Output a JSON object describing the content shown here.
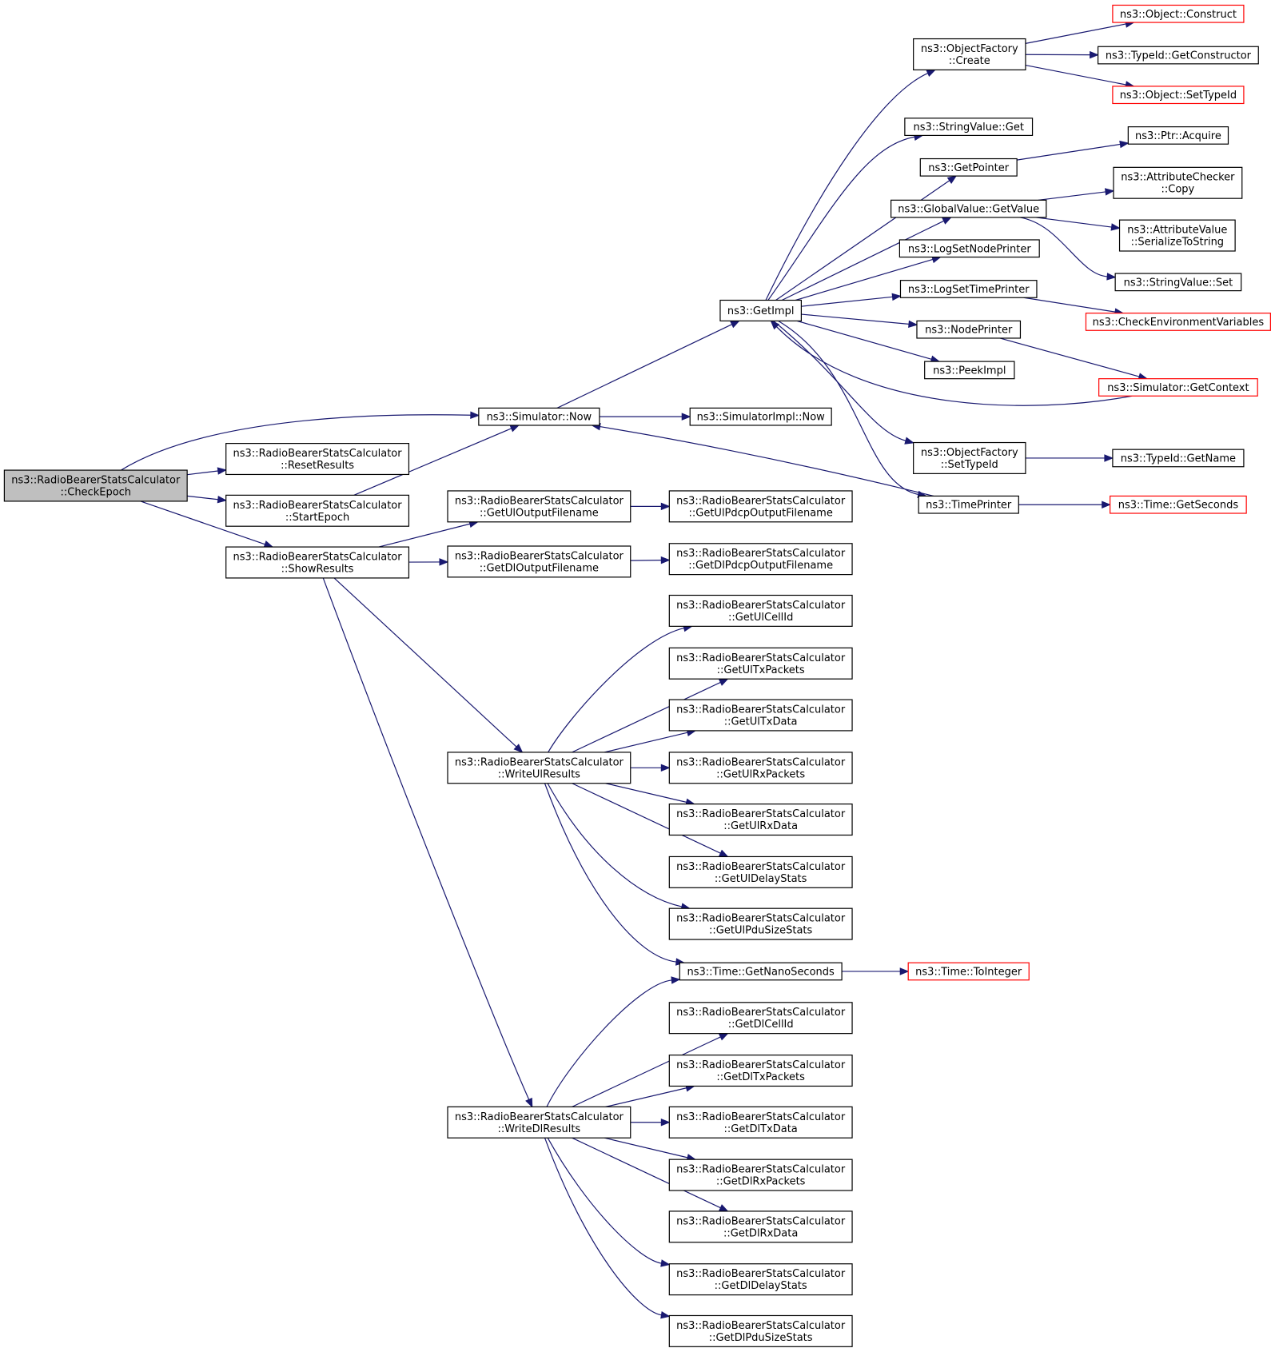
{
  "graph": {
    "edge_color": "#191970",
    "root_fill": "#bfbfbf",
    "truncated_border": "#ff0000",
    "nodes": [
      {
        "id": "checkepoch",
        "lines": [
          "ns3::RadioBearerStatsCalculator",
          "::CheckEpoch"
        ],
        "style": "root"
      },
      {
        "id": "resetresults",
        "lines": [
          "ns3::RadioBearerStatsCalculator",
          "::ResetResults"
        ]
      },
      {
        "id": "startepoch",
        "lines": [
          "ns3::RadioBearerStatsCalculator",
          "::StartEpoch"
        ]
      },
      {
        "id": "showresults",
        "lines": [
          "ns3::RadioBearerStatsCalculator",
          "::ShowResults"
        ]
      },
      {
        "id": "simnow",
        "lines": [
          "ns3::Simulator::Now"
        ]
      },
      {
        "id": "simimplnow",
        "lines": [
          "ns3::SimulatorImpl::Now"
        ]
      },
      {
        "id": "getimpl",
        "lines": [
          "ns3::GetImpl"
        ]
      },
      {
        "id": "ofcreate",
        "lines": [
          "ns3::ObjectFactory",
          "::Create"
        ]
      },
      {
        "id": "objconstruct",
        "lines": [
          "ns3::Object::Construct"
        ],
        "style": "truncated"
      },
      {
        "id": "getconstructor",
        "lines": [
          "ns3::TypeId::GetConstructor"
        ]
      },
      {
        "id": "objsettypeid",
        "lines": [
          "ns3::Object::SetTypeId"
        ],
        "style": "truncated"
      },
      {
        "id": "strget",
        "lines": [
          "ns3::StringValue::Get"
        ]
      },
      {
        "id": "getpointer",
        "lines": [
          "ns3::GetPointer"
        ]
      },
      {
        "id": "ptracquire",
        "lines": [
          "ns3::Ptr::Acquire"
        ]
      },
      {
        "id": "gvgetvalue",
        "lines": [
          "ns3::GlobalValue::GetValue"
        ]
      },
      {
        "id": "acopy",
        "lines": [
          "ns3::AttributeChecker",
          "::Copy"
        ]
      },
      {
        "id": "aserialize",
        "lines": [
          "ns3::AttributeValue",
          "::SerializeToString"
        ]
      },
      {
        "id": "strset",
        "lines": [
          "ns3::StringValue::Set"
        ]
      },
      {
        "id": "lognodeprinter",
        "lines": [
          "ns3::LogSetNodePrinter"
        ]
      },
      {
        "id": "logtimeprinter",
        "lines": [
          "ns3::LogSetTimePrinter"
        ]
      },
      {
        "id": "checkenv",
        "lines": [
          "ns3::CheckEnvironmentVariables"
        ],
        "style": "truncated"
      },
      {
        "id": "nodeprinter",
        "lines": [
          "ns3::NodePrinter"
        ]
      },
      {
        "id": "peekimpl",
        "lines": [
          "ns3::PeekImpl"
        ]
      },
      {
        "id": "simgetcontext",
        "lines": [
          "ns3::Simulator::GetContext"
        ],
        "style": "truncated"
      },
      {
        "id": "ofsettypeid",
        "lines": [
          "ns3::ObjectFactory",
          "::SetTypeId"
        ]
      },
      {
        "id": "typeidgetname",
        "lines": [
          "ns3::TypeId::GetName"
        ]
      },
      {
        "id": "timeprinter",
        "lines": [
          "ns3::TimePrinter"
        ]
      },
      {
        "id": "timegetseconds",
        "lines": [
          "ns3::Time::GetSeconds"
        ],
        "style": "truncated"
      },
      {
        "id": "getuloutfile",
        "lines": [
          "ns3::RadioBearerStatsCalculator",
          "::GetUlOutputFilename"
        ]
      },
      {
        "id": "getulpdcpfile",
        "lines": [
          "ns3::RadioBearerStatsCalculator",
          "::GetUlPdcpOutputFilename"
        ]
      },
      {
        "id": "getdloutfile",
        "lines": [
          "ns3::RadioBearerStatsCalculator",
          "::GetDlOutputFilename"
        ]
      },
      {
        "id": "getdlpdcpfile",
        "lines": [
          "ns3::RadioBearerStatsCalculator",
          "::GetDlPdcpOutputFilename"
        ]
      },
      {
        "id": "getulcellid",
        "lines": [
          "ns3::RadioBearerStatsCalculator",
          "::GetUlCellId"
        ]
      },
      {
        "id": "getultxpackets",
        "lines": [
          "ns3::RadioBearerStatsCalculator",
          "::GetUlTxPackets"
        ]
      },
      {
        "id": "getultxdata",
        "lines": [
          "ns3::RadioBearerStatsCalculator",
          "::GetUlTxData"
        ]
      },
      {
        "id": "writeulresults",
        "lines": [
          "ns3::RadioBearerStatsCalculator",
          "::WriteUlResults"
        ]
      },
      {
        "id": "getulrxpackets",
        "lines": [
          "ns3::RadioBearerStatsCalculator",
          "::GetUlRxPackets"
        ]
      },
      {
        "id": "getulrxdata",
        "lines": [
          "ns3::RadioBearerStatsCalculator",
          "::GetUlRxData"
        ]
      },
      {
        "id": "getuldelay",
        "lines": [
          "ns3::RadioBearerStatsCalculator",
          "::GetUlDelayStats"
        ]
      },
      {
        "id": "getulpdu",
        "lines": [
          "ns3::RadioBearerStatsCalculator",
          "::GetUlPduSizeStats"
        ]
      },
      {
        "id": "getnanoseconds",
        "lines": [
          "ns3::Time::GetNanoSeconds"
        ]
      },
      {
        "id": "timetointeger",
        "lines": [
          "ns3::Time::ToInteger"
        ],
        "style": "truncated"
      },
      {
        "id": "getdlcellid",
        "lines": [
          "ns3::RadioBearerStatsCalculator",
          "::GetDlCellId"
        ]
      },
      {
        "id": "getdltxpackets",
        "lines": [
          "ns3::RadioBearerStatsCalculator",
          "::GetDlTxPackets"
        ]
      },
      {
        "id": "writedlresults",
        "lines": [
          "ns3::RadioBearerStatsCalculator",
          "::WriteDlResults"
        ]
      },
      {
        "id": "getdltxdata",
        "lines": [
          "ns3::RadioBearerStatsCalculator",
          "::GetDlTxData"
        ]
      },
      {
        "id": "getdlrxpackets",
        "lines": [
          "ns3::RadioBearerStatsCalculator",
          "::GetDlRxPackets"
        ]
      },
      {
        "id": "getdlrxdata",
        "lines": [
          "ns3::RadioBearerStatsCalculator",
          "::GetDlRxData"
        ]
      },
      {
        "id": "getdldelay",
        "lines": [
          "ns3::RadioBearerStatsCalculator",
          "::GetDlDelayStats"
        ]
      },
      {
        "id": "getdlpdu",
        "lines": [
          "ns3::RadioBearerStatsCalculator",
          "::GetDlPduSizeStats"
        ]
      }
    ],
    "edges": [
      [
        "checkepoch",
        "simnow"
      ],
      [
        "checkepoch",
        "resetresults"
      ],
      [
        "checkepoch",
        "startepoch"
      ],
      [
        "checkepoch",
        "showresults"
      ],
      [
        "startepoch",
        "simnow"
      ],
      [
        "simnow",
        "getimpl"
      ],
      [
        "simnow",
        "simimplnow"
      ],
      [
        "getimpl",
        "ofcreate"
      ],
      [
        "getimpl",
        "strget"
      ],
      [
        "getimpl",
        "getpointer"
      ],
      [
        "getimpl",
        "gvgetvalue"
      ],
      [
        "getimpl",
        "lognodeprinter"
      ],
      [
        "getimpl",
        "logtimeprinter"
      ],
      [
        "getimpl",
        "nodeprinter"
      ],
      [
        "getimpl",
        "peekimpl"
      ],
      [
        "getimpl",
        "ofsettypeid"
      ],
      [
        "getimpl",
        "timeprinter"
      ],
      [
        "ofcreate",
        "objconstruct"
      ],
      [
        "ofcreate",
        "getconstructor"
      ],
      [
        "ofcreate",
        "objsettypeid"
      ],
      [
        "getpointer",
        "ptracquire"
      ],
      [
        "gvgetvalue",
        "acopy"
      ],
      [
        "gvgetvalue",
        "aserialize"
      ],
      [
        "gvgetvalue",
        "strset"
      ],
      [
        "logtimeprinter",
        "checkenv"
      ],
      [
        "nodeprinter",
        "simgetcontext"
      ],
      [
        "simgetcontext",
        "getimpl"
      ],
      [
        "ofsettypeid",
        "typeidgetname"
      ],
      [
        "timeprinter",
        "simnow"
      ],
      [
        "timeprinter",
        "timegetseconds"
      ],
      [
        "showresults",
        "getuloutfile"
      ],
      [
        "showresults",
        "getdloutfile"
      ],
      [
        "showresults",
        "writeulresults"
      ],
      [
        "showresults",
        "writedlresults"
      ],
      [
        "getuloutfile",
        "getulpdcpfile"
      ],
      [
        "getdloutfile",
        "getdlpdcpfile"
      ],
      [
        "writeulresults",
        "getulcellid"
      ],
      [
        "writeulresults",
        "getultxpackets"
      ],
      [
        "writeulresults",
        "getultxdata"
      ],
      [
        "writeulresults",
        "getulrxpackets"
      ],
      [
        "writeulresults",
        "getulrxdata"
      ],
      [
        "writeulresults",
        "getuldelay"
      ],
      [
        "writeulresults",
        "getulpdu"
      ],
      [
        "writeulresults",
        "getnanoseconds"
      ],
      [
        "getnanoseconds",
        "timetointeger"
      ],
      [
        "writedlresults",
        "getnanoseconds"
      ],
      [
        "writedlresults",
        "getdlcellid"
      ],
      [
        "writedlresults",
        "getdltxpackets"
      ],
      [
        "writedlresults",
        "getdltxdata"
      ],
      [
        "writedlresults",
        "getdlrxpackets"
      ],
      [
        "writedlresults",
        "getdlrxdata"
      ],
      [
        "writedlresults",
        "getdldelay"
      ],
      [
        "writedlresults",
        "getdlpdu"
      ]
    ]
  }
}
